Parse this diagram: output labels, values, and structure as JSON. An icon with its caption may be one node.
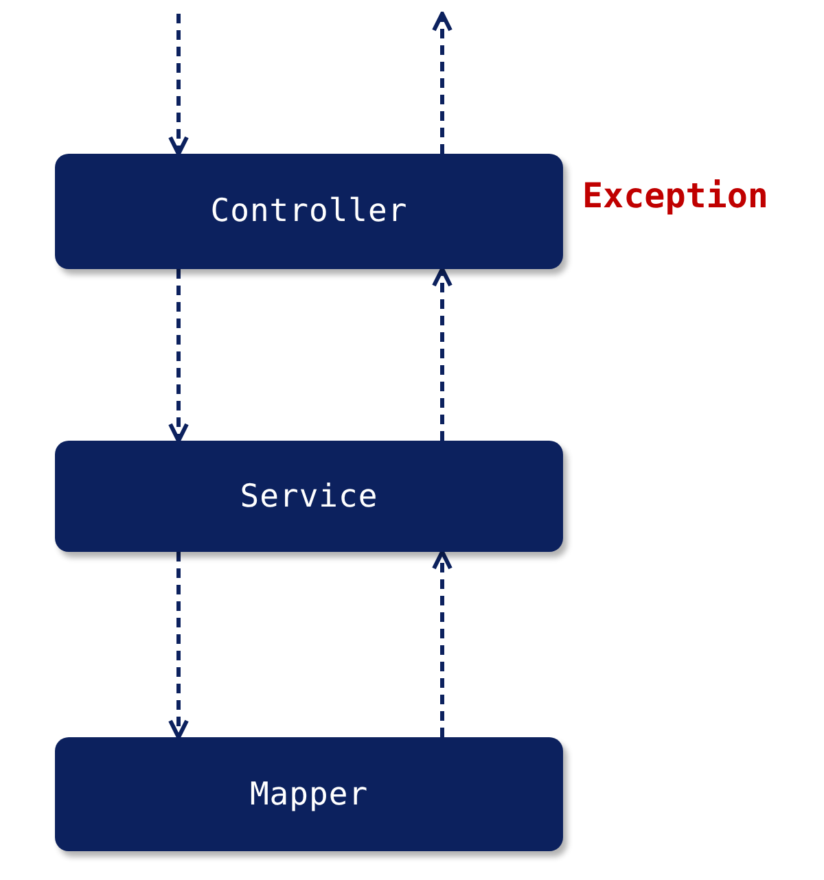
{
  "diagram": {
    "nodes": [
      {
        "text": [
          "Controller"
        ],
        "beside": [
          "Exception"
        ]
      },
      {
        "text": [
          "Service"
        ]
      },
      {
        "text": [
          "Mapper"
        ]
      }
    ],
    "edges": [
      {
        "from": null,
        "to": 0,
        "arrow": "to",
        "style": "dashed"
      },
      {
        "from": 0,
        "to": null,
        "arrow": "to",
        "style": "dashed"
      },
      {
        "from": 0,
        "to": 1,
        "arrow": "to",
        "style": "dashed"
      },
      {
        "from": 1,
        "to": 0,
        "arrow": "to",
        "style": "dashed"
      },
      {
        "from": 1,
        "to": 2,
        "arrow": "to",
        "style": "dashed"
      },
      {
        "from": 2,
        "to": 1,
        "arrow": "to",
        "style": "dashed"
      }
    ]
  }
}
